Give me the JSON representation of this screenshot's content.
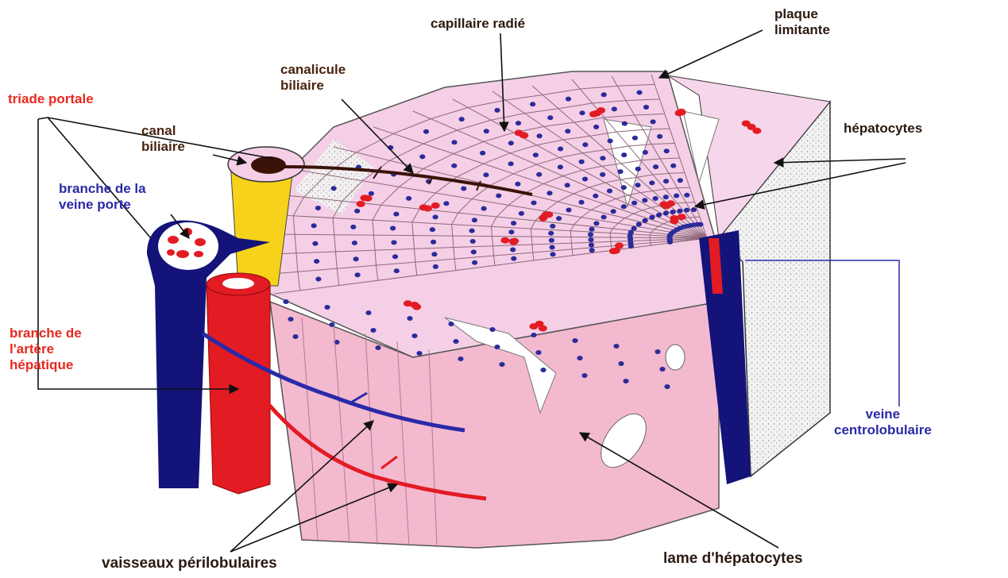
{
  "colors": {
    "lobule_fill": "#f4cfe6",
    "lobule_side": "#f3b3cb",
    "cell_border": "#8f6a7a",
    "nucleus": "#2b2b9a",
    "blood": "#e31b23",
    "portal_vein": "#14137a",
    "artery": "#e31b23",
    "bile_duct_fill": "#f6d21a",
    "bile_lumen": "#3b1208",
    "speckle": "#9a9a9a",
    "label_red": "#e8291f",
    "label_blue": "#2a2aa8",
    "label_dark": "#2b1a12"
  },
  "labels": {
    "capillaire": "capillaire radié",
    "plaque": [
      "plaque",
      "limitante"
    ],
    "canalicule": [
      "canalicule",
      "biliaire"
    ],
    "triade": "triade portale",
    "canal": [
      "canal",
      "biliaire"
    ],
    "branche_veine": [
      "branche de la",
      "veine porte"
    ],
    "hepatocytes": "hépatocytes",
    "branche_artere": [
      "branche de",
      "l'artère",
      "hépatique"
    ],
    "veine_centro": [
      "veine",
      "centrolobulaire"
    ],
    "vaisseaux": "vaisseaux périlobulaires",
    "lame": "lame d'hépatocytes"
  }
}
